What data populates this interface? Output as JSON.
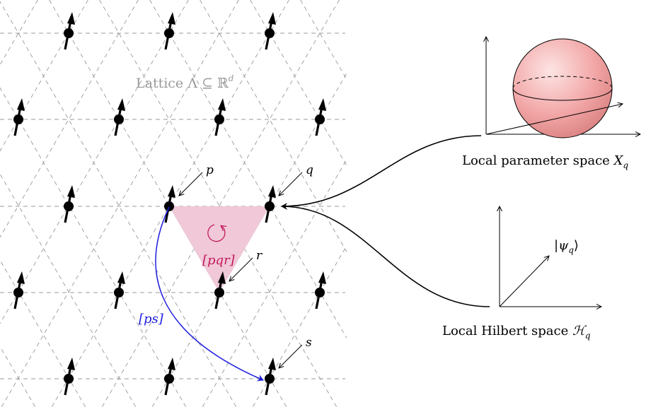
{
  "lattice": {
    "title_prefix": "Lattice ",
    "title_math": "Λ ⊆ ℝ",
    "title_sup": "d"
  },
  "site_labels": {
    "p": "p",
    "q": "q",
    "r": "r",
    "s": "s"
  },
  "plaquette": {
    "label": "[pqr]",
    "color": "#c2185b",
    "fill": "#f0c8d8"
  },
  "edge": {
    "label": "[ps]",
    "color": "#1e1ee0"
  },
  "parameter_space": {
    "label_prefix": "Local parameter space ",
    "label_var": "X",
    "label_sub": "q",
    "sphere_color": "#f2a6a6"
  },
  "hilbert_space": {
    "label_prefix": "Local Hilbert space ",
    "label_var": "ℋ",
    "label_sub": "q",
    "vector_label_left": "|",
    "vector_label_var": "ψ",
    "vector_label_sub": "q",
    "vector_label_right": "⟩"
  }
}
